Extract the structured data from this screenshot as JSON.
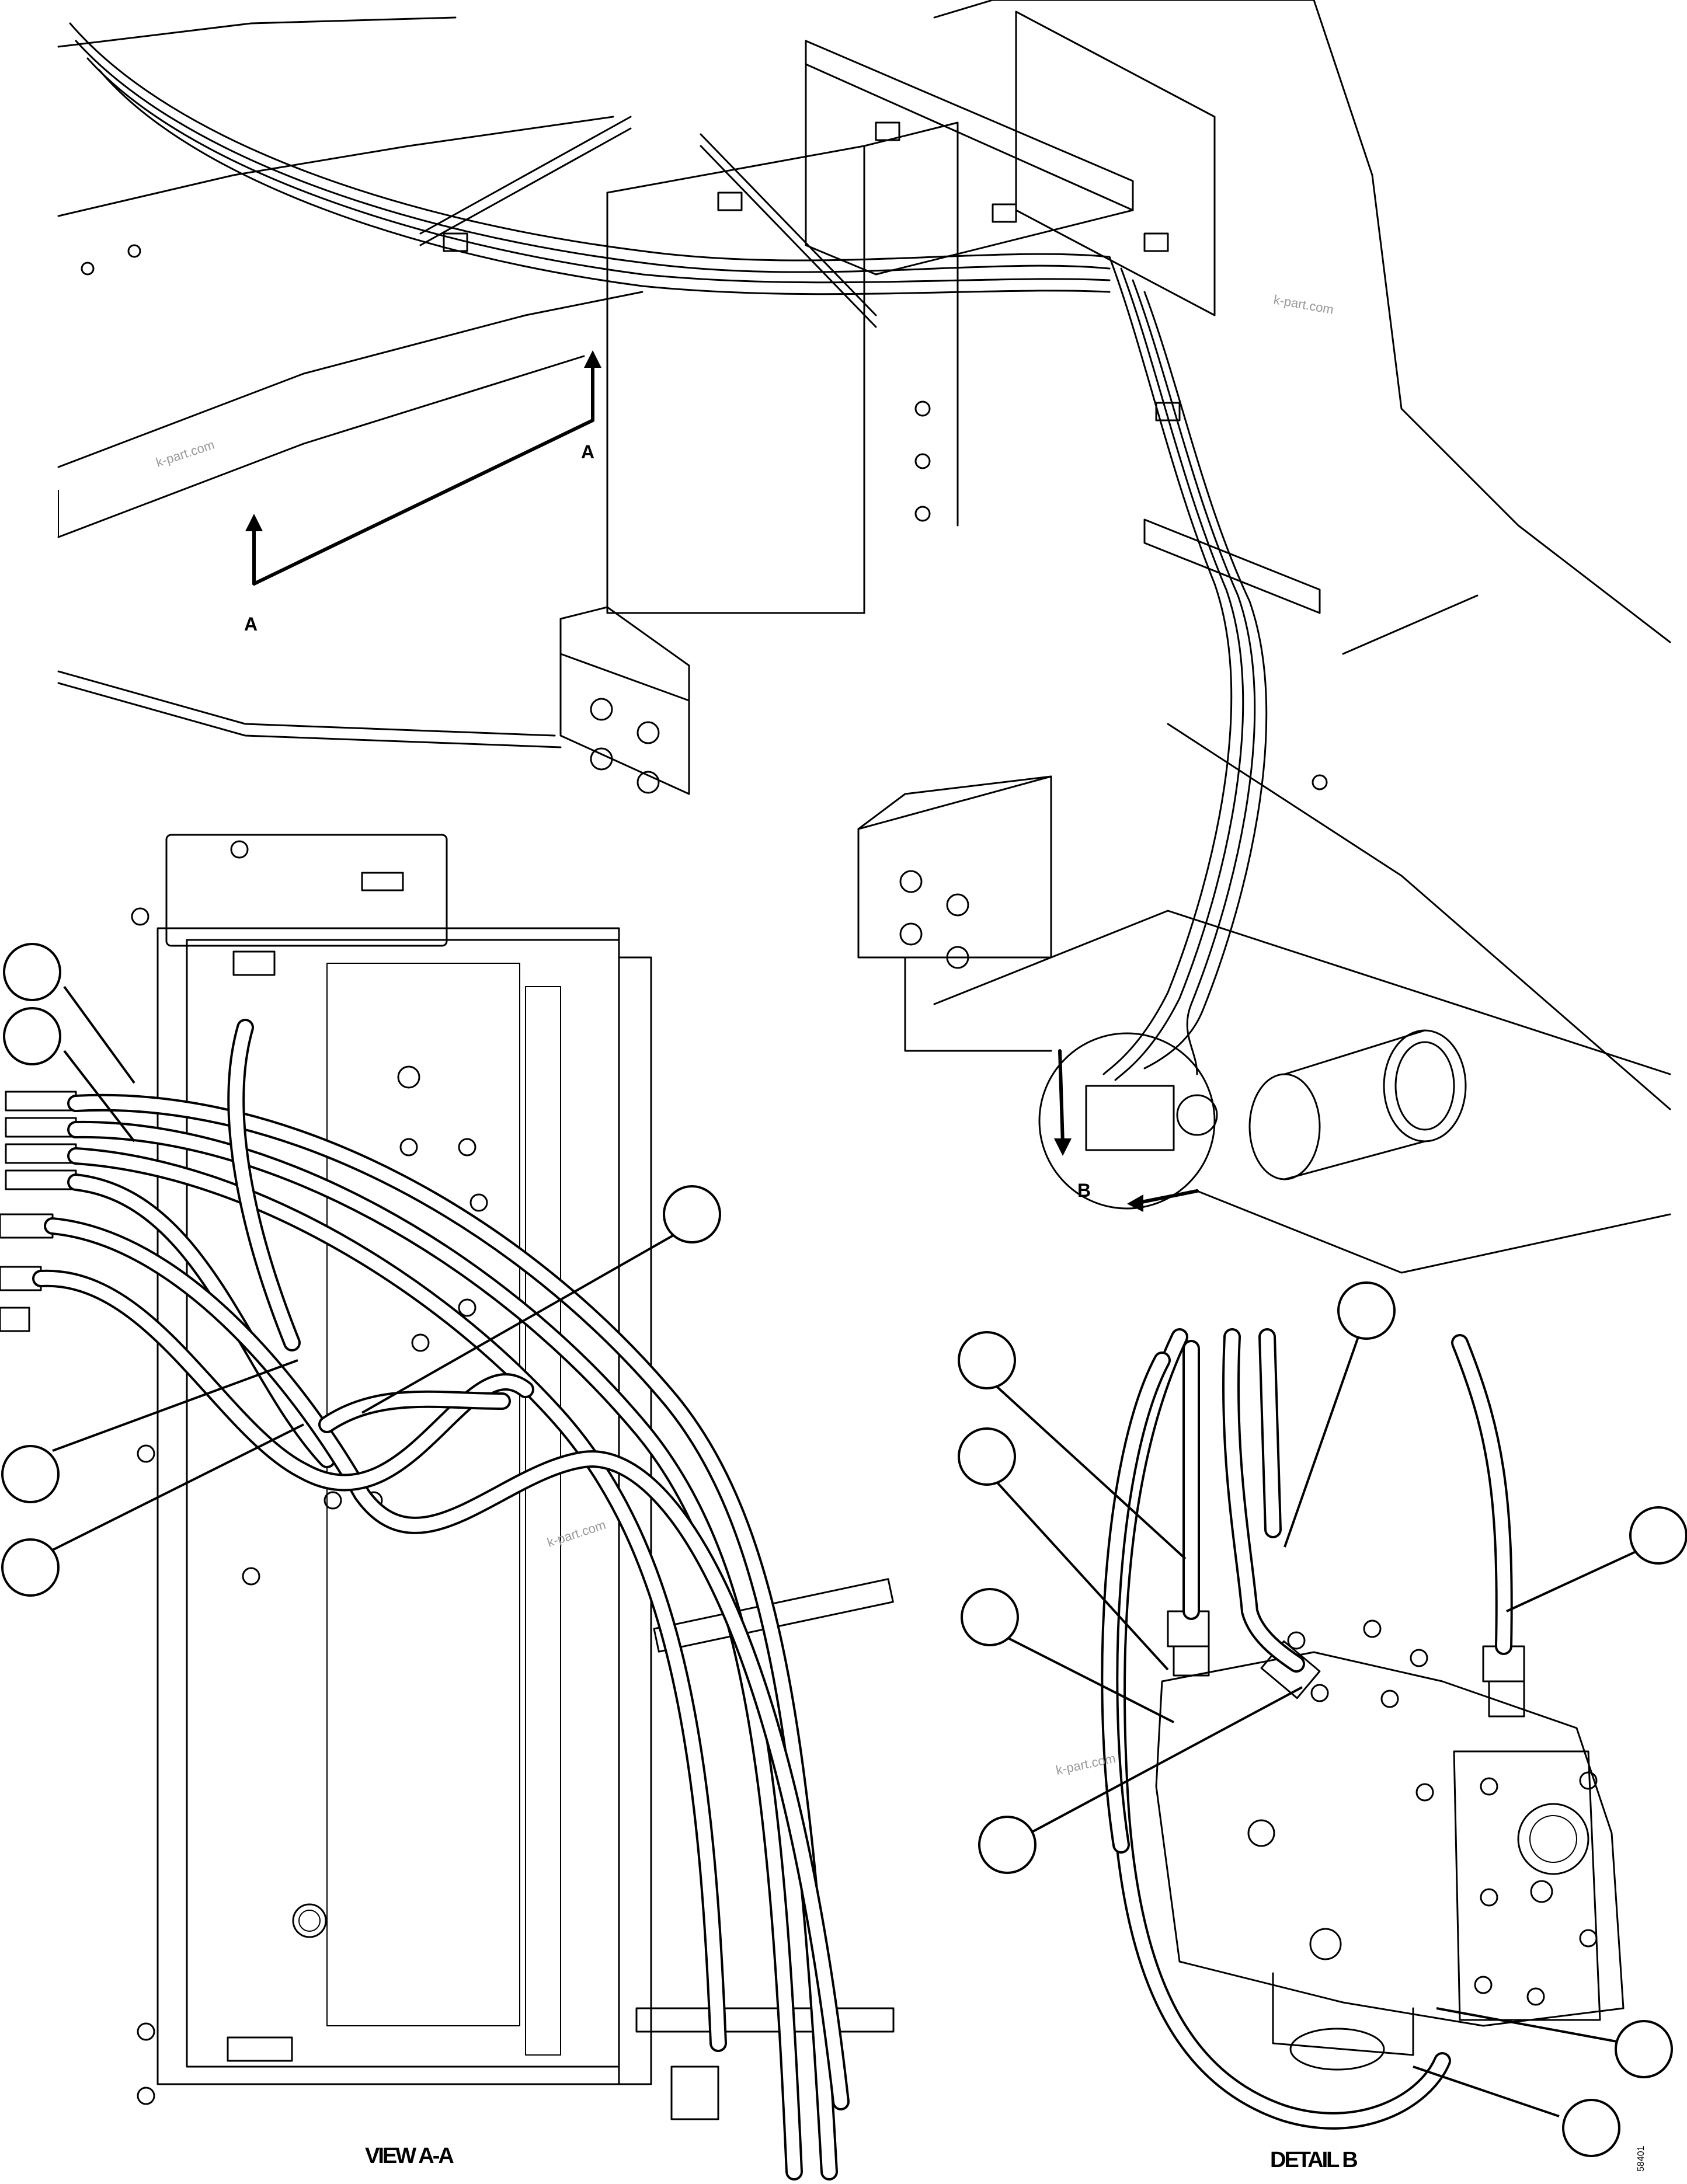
{
  "view_labels": {
    "view_aa": "VIEW A-A",
    "detail_b": "DETAIL B"
  },
  "section_markers": {
    "a_upper": "A",
    "a_lower": "A",
    "b": "B"
  },
  "watermarks": [
    "k-part.com",
    "k-part.com",
    "k-part.com",
    "k-part.com"
  ],
  "part_number": "58401",
  "callouts": {
    "count_view_aa": 5,
    "count_detail_b": 8,
    "text": ""
  }
}
